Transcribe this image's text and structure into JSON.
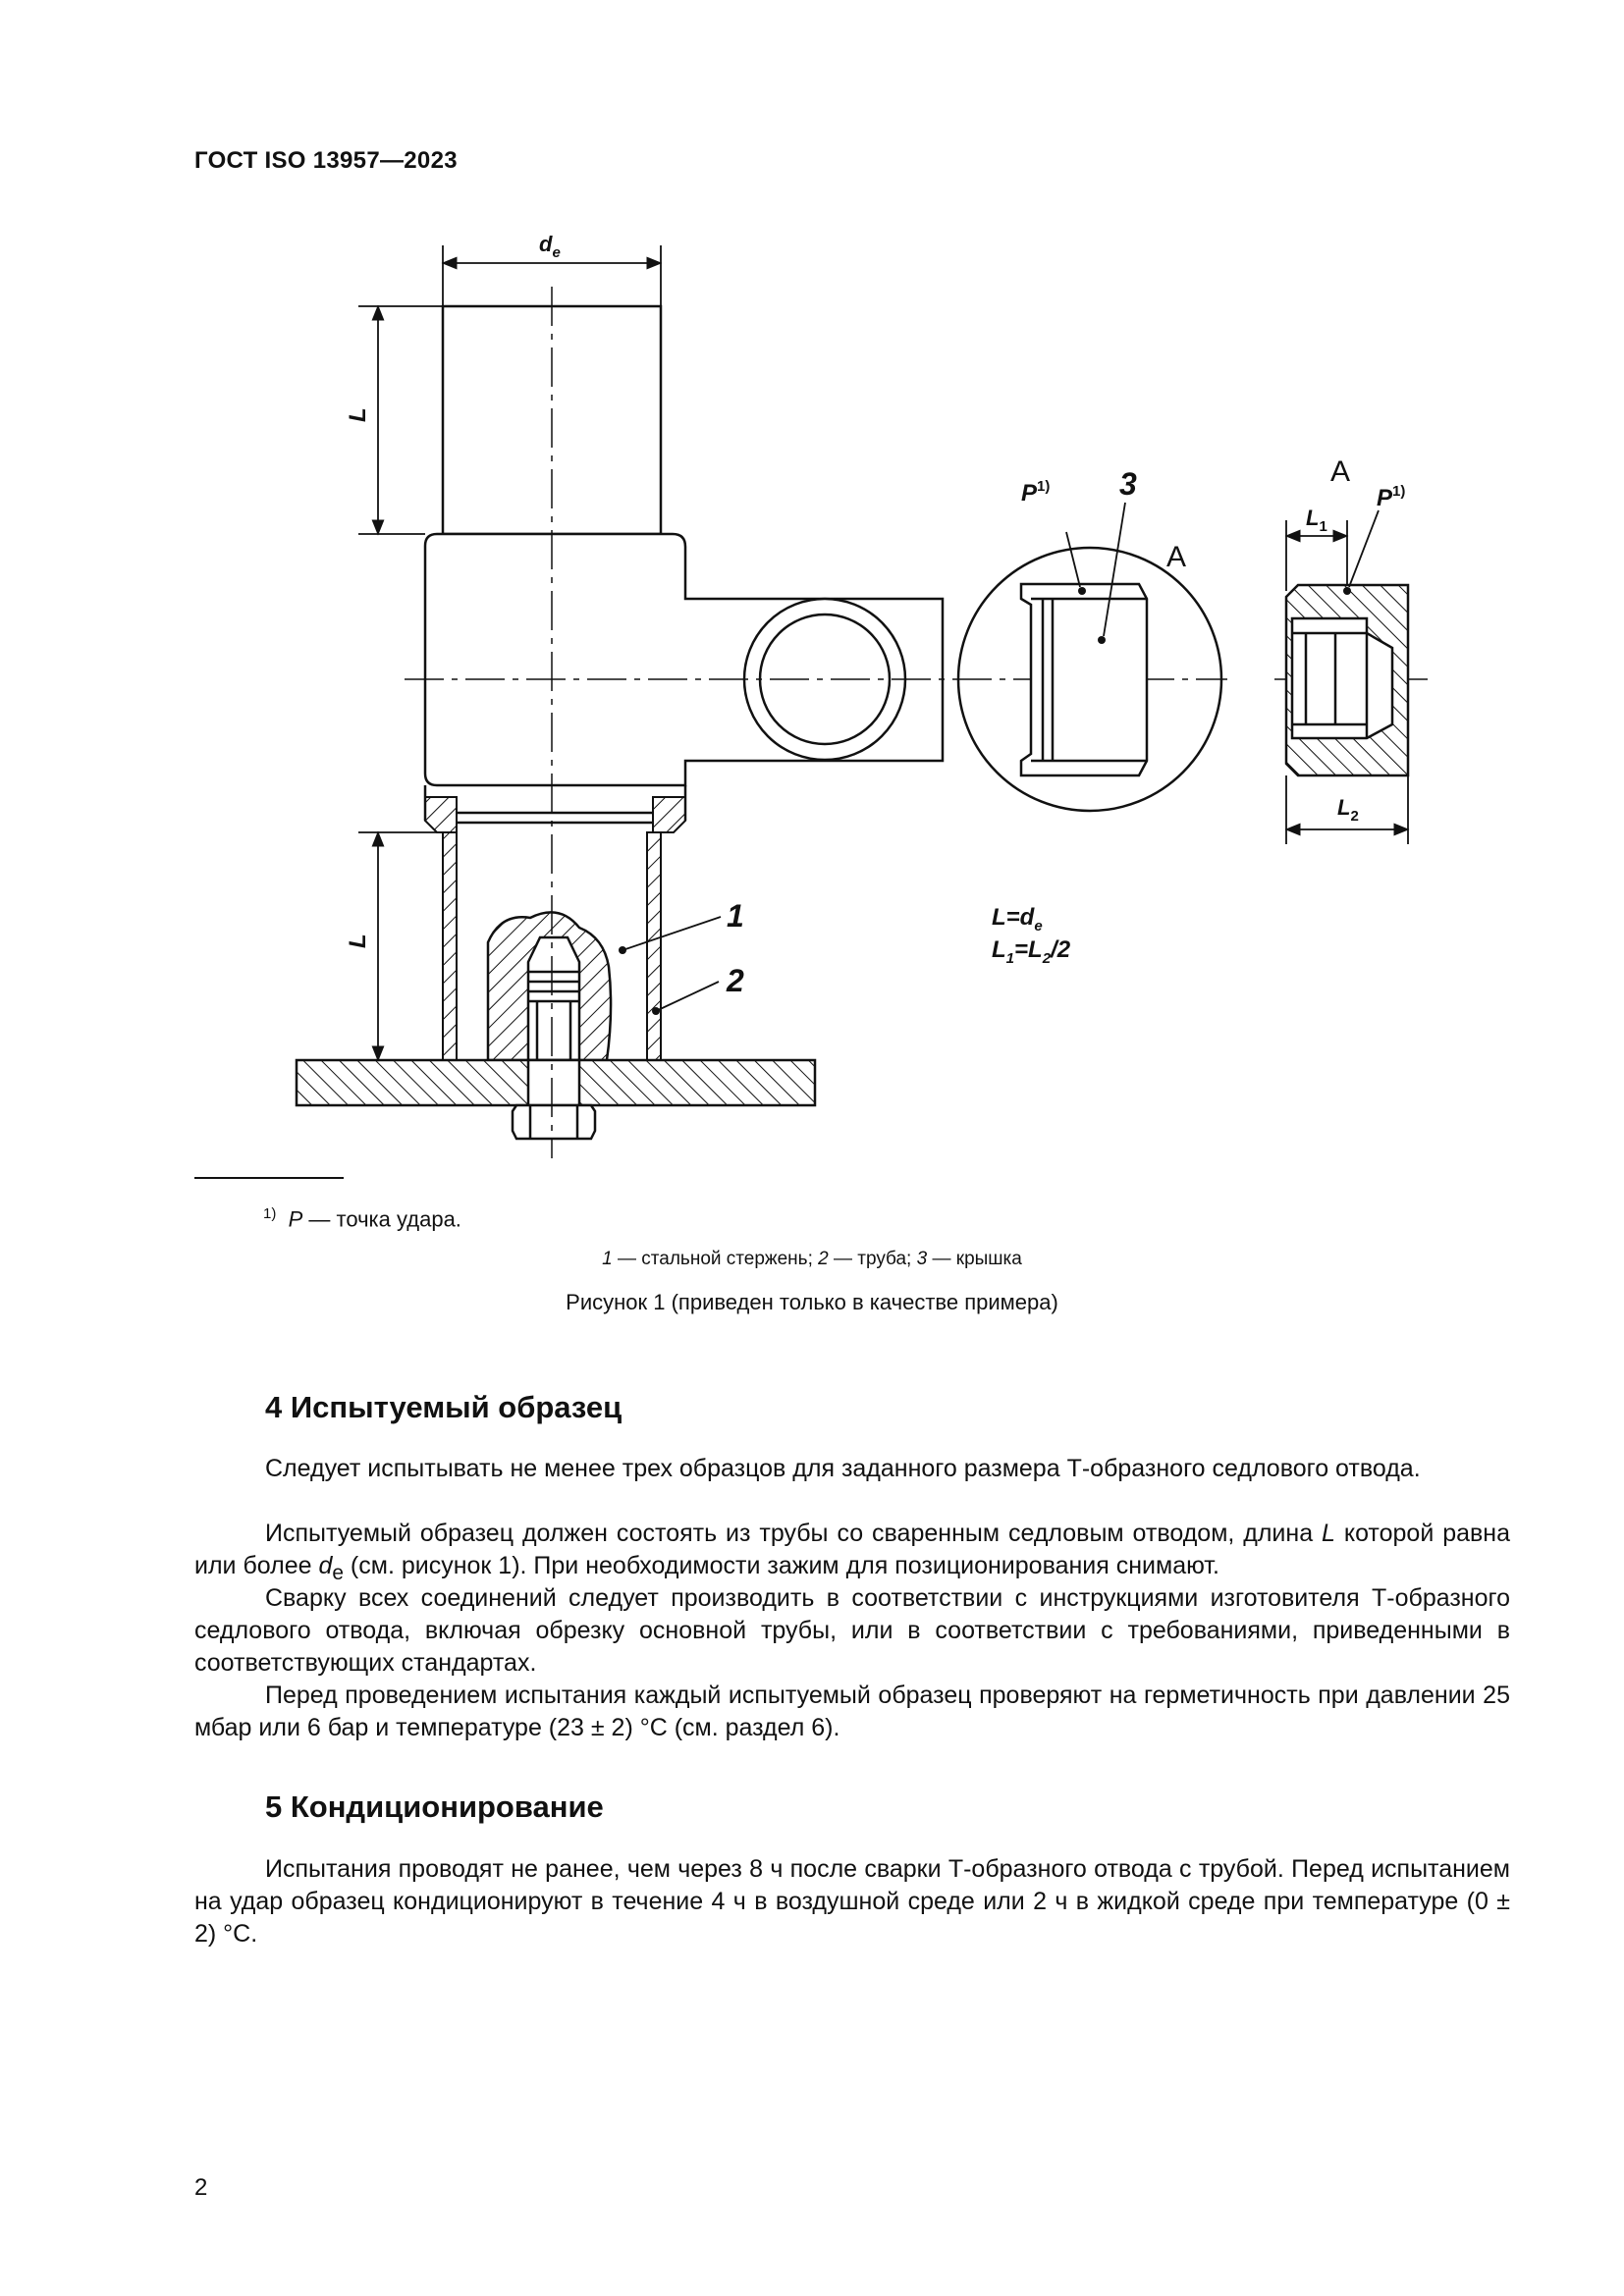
{
  "header": {
    "standard": "ГОСТ ISO 13957—2023"
  },
  "figure": {
    "labels": {
      "de_main": "d",
      "de_sub": "e",
      "L_top": "L",
      "L_bottom": "L",
      "P_detail": "P",
      "P_detail_sup": "1)",
      "num_3": "3",
      "A_circle": "A",
      "A_detail": "A",
      "P_right": "P",
      "P_right_sup": "1)",
      "L1_main": "L",
      "L1_sub": "1",
      "L2_main": "L",
      "L2_sub": "2",
      "num_1": "1",
      "num_2": "2",
      "formula1_pre": "L=d",
      "formula1_sub": "e",
      "formula2_pre": "L",
      "formula2_sub1": "1",
      "formula2_mid": "=L",
      "formula2_sub2": "2",
      "formula2_post": "/2"
    }
  },
  "footnote": {
    "marker": "1)",
    "symbol": "P",
    "text": " — точка удара."
  },
  "legend": {
    "n1": "1",
    "t1": " — стальной стержень; ",
    "n2": "2",
    "t2": " — труба; ",
    "n3": "3",
    "t3": " — крышка"
  },
  "caption": "Рисунок 1 (приведен только в качестве примера)",
  "section4": {
    "heading": "4 Испытуемый образец",
    "p1": "Следует испытывать не менее трех образцов для заданного размера Т-образного седлового отвода.",
    "p2_a": "Испытуемый образец должен состоять из трубы со сваренным седловым отводом, длина ",
    "p2_L": "L",
    "p2_b": " которой равна или более ",
    "p2_d": "d",
    "p2_sub": "e",
    "p2_c": " (см. рисунок 1). При необходимости зажим для позиционирования снимают.",
    "p3": "Сварку всех соединений следует производить в соответствии с инструкциями изготовителя Т-образного седлового отвода, включая обрезку основной трубы, или в соответствии с требованиями, приведенными в соответствующих стандартах.",
    "p4": "Перед проведением испытания каждый испытуемый образец проверяют на герметичность при давлении 25 мбар или 6 бар и температуре (23 ± 2) °С (см. раздел 6)."
  },
  "section5": {
    "heading": "5 Кондиционирование",
    "p1": "Испытания проводят не ранее, чем через 8 ч после сварки Т-образного отвода с трубой. Перед испытанием на удар образец кондиционируют в течение 4 ч в воздушной среде или 2 ч в жидкой среде при температуре (0 ± 2) °С."
  },
  "page_number": "2"
}
